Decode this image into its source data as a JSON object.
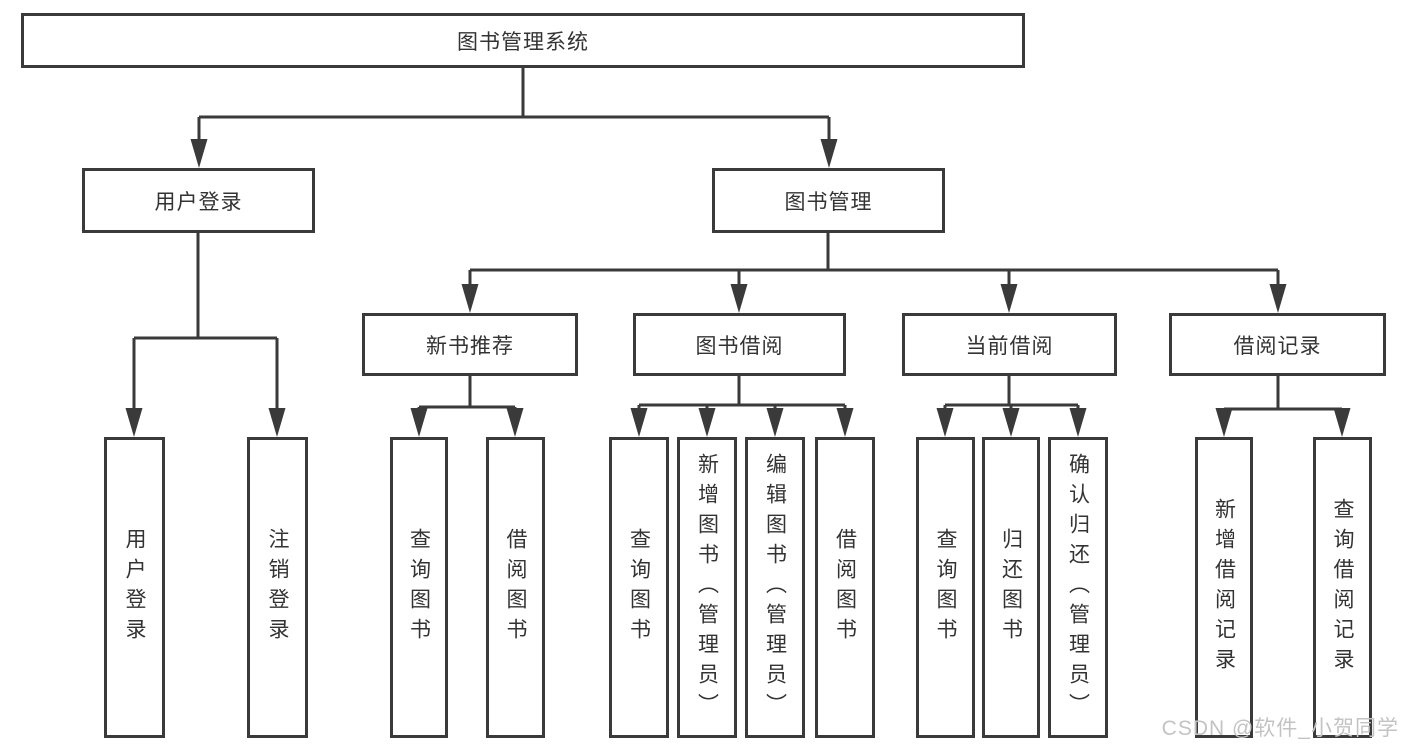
{
  "diagram": {
    "nodes": {
      "root": "图书管理系统",
      "user_login": "用户登录",
      "book_management": "图书管理",
      "user_login_leaf": "用户登录",
      "logout_leaf": "注销登录",
      "new_book_recommend": "新书推荐",
      "book_borrow": "图书借阅",
      "current_borrow": "当前借阅",
      "borrow_records": "借阅记录",
      "recommend_query_books": "查询图书",
      "recommend_borrow_books": "借阅图书",
      "borrow_query_books": "查询图书",
      "borrow_add_books": "新增图书（管理员）",
      "borrow_edit_books": "编辑图书（管理员）",
      "borrow_borrow_books": "借阅图书",
      "current_query_books": "查询图书",
      "current_return_books": "归还图书",
      "current_confirm_return": "确认归还（管理员）",
      "records_add_record": "新增借阅记录",
      "records_query_record": "查询借阅记录"
    },
    "colors": {
      "line": "#3a3a3a",
      "text": "#333333",
      "background": "#ffffff",
      "watermark": "#c3c3c3"
    },
    "watermark": "CSDN @软件_小贺同学"
  }
}
